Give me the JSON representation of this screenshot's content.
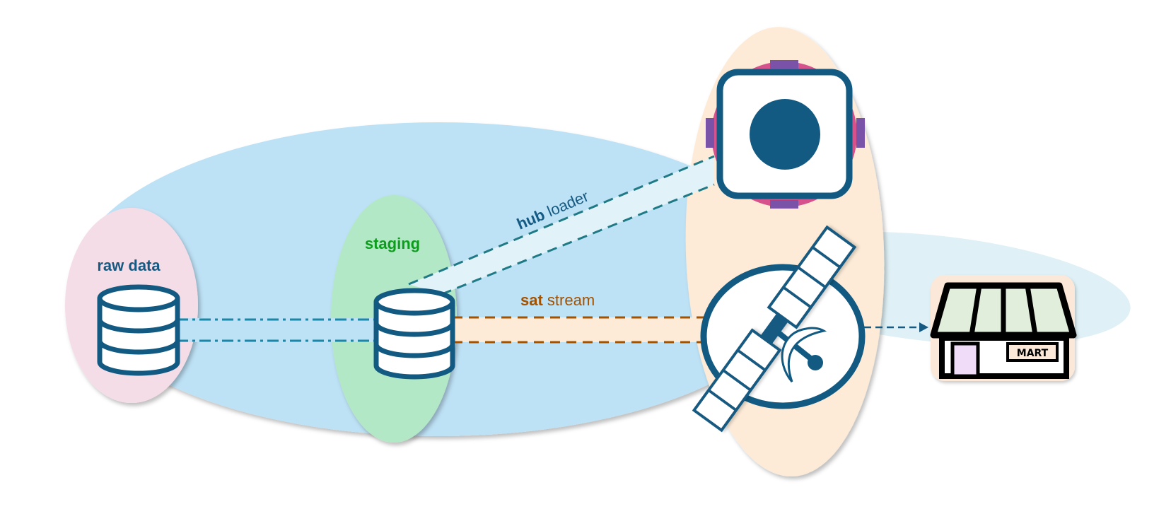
{
  "diagram": {
    "title": "Data vault loading pipeline",
    "zones": [
      {
        "id": "raw",
        "label": "raw data",
        "color": "#f5dde8",
        "label_color": "#155a82"
      },
      {
        "id": "staging",
        "label": "staging",
        "color": "#b2e8c6",
        "label_color": "#0d9d1c"
      },
      {
        "id": "vault",
        "label": "",
        "color": "#bde1f5"
      },
      {
        "id": "vault-core",
        "label": "",
        "color": "#fdebd7"
      },
      {
        "id": "mart-zone",
        "label": "",
        "color": "#dff1f6"
      }
    ],
    "nodes": [
      {
        "id": "raw-db",
        "type": "database",
        "zone": "raw"
      },
      {
        "id": "staging-db",
        "type": "database",
        "zone": "staging"
      },
      {
        "id": "hub",
        "type": "hub",
        "zone": "vault-core"
      },
      {
        "id": "satellite",
        "type": "satellite",
        "zone": "vault-core"
      },
      {
        "id": "mart",
        "type": "store",
        "label": "MART"
      }
    ],
    "edges": [
      {
        "from": "raw-db",
        "to": "staging-db",
        "style": "dash-dot",
        "color": "#1a86a8",
        "label_bold": "",
        "label_rest": ""
      },
      {
        "from": "staging-db",
        "to": "hub",
        "style": "dashed",
        "color": "#1f7a86",
        "label_bold": "hub",
        "label_rest": " loader",
        "label_color": "#155a82"
      },
      {
        "from": "staging-db",
        "to": "satellite",
        "style": "dashed",
        "color": "#a35200",
        "label_bold": "sat",
        "label_rest": " stream",
        "label_color": "#a35200"
      },
      {
        "from": "satellite",
        "to": "mart",
        "style": "dashed-arrow",
        "color": "#155a82"
      }
    ],
    "colors": {
      "icon_stroke": "#125a82",
      "hub_ring": "#d6528d",
      "hub_tabs": "#7a52a8",
      "mart_awning": "#e1eedb",
      "mart_door": "#f0dbf8",
      "mart_sign": "#fce8d8"
    }
  }
}
